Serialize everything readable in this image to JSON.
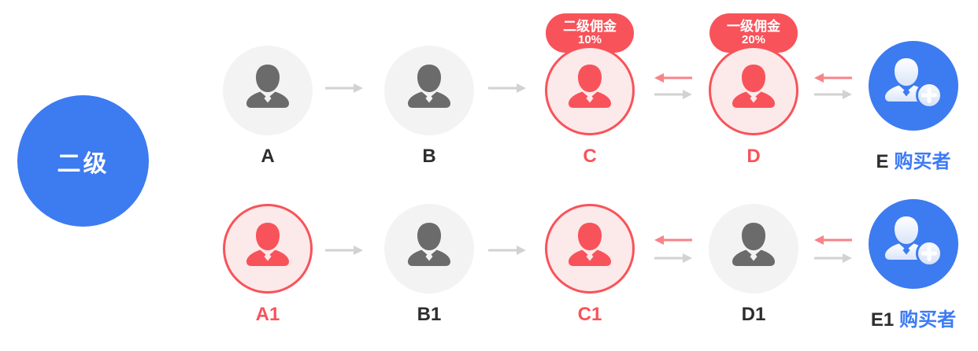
{
  "level_badge": {
    "label": "二级"
  },
  "rows": [
    {
      "name": "row-1",
      "nodes": [
        {
          "id": "A",
          "label": "A",
          "type": "member",
          "highlight": false
        },
        {
          "id": "B",
          "label": "B",
          "type": "member",
          "highlight": false
        },
        {
          "id": "C",
          "label": "C",
          "type": "member",
          "highlight": true,
          "badge": {
            "title": "二级佣金",
            "value": "10%"
          }
        },
        {
          "id": "D",
          "label": "D",
          "type": "member",
          "highlight": true,
          "badge": {
            "title": "一级佣金",
            "value": "20%"
          }
        },
        {
          "id": "E",
          "label": "E",
          "suffix": "购买者",
          "type": "buyer"
        }
      ]
    },
    {
      "name": "row-2",
      "nodes": [
        {
          "id": "A1",
          "label": "A1",
          "type": "member",
          "highlight": true
        },
        {
          "id": "B1",
          "label": "B1",
          "type": "member",
          "highlight": false
        },
        {
          "id": "C1",
          "label": "C1",
          "type": "member",
          "highlight": true
        },
        {
          "id": "D1",
          "label": "D1",
          "type": "member",
          "highlight": false
        },
        {
          "id": "E1",
          "label": "E1",
          "suffix": "购买者",
          "type": "buyer"
        }
      ]
    }
  ],
  "arrows": [
    {
      "from": "A",
      "to": "B",
      "color": "gray",
      "direction": "right"
    },
    {
      "from": "B",
      "to": "C",
      "color": "gray",
      "direction": "right"
    },
    {
      "from": "D",
      "to": "C",
      "color": "red",
      "direction": "left"
    },
    {
      "from": "C",
      "to": "D",
      "color": "gray",
      "direction": "right"
    },
    {
      "from": "E",
      "to": "D",
      "color": "red",
      "direction": "left"
    },
    {
      "from": "D",
      "to": "E",
      "color": "gray",
      "direction": "right"
    },
    {
      "from": "A1",
      "to": "B1",
      "color": "gray",
      "direction": "right"
    },
    {
      "from": "B1",
      "to": "C1",
      "color": "gray",
      "direction": "right"
    },
    {
      "from": "D1",
      "to": "C1",
      "color": "red",
      "direction": "left"
    },
    {
      "from": "C1",
      "to": "D1",
      "color": "gray",
      "direction": "right"
    },
    {
      "from": "E1",
      "to": "D1",
      "color": "red",
      "direction": "left"
    },
    {
      "from": "D1",
      "to": "E1",
      "color": "gray",
      "direction": "right"
    }
  ],
  "colors": {
    "primary_blue": "#3D7BF0",
    "buyer_text_blue": "#3D7BF5",
    "highlight_red": "#F8535A",
    "highlight_fill": "#FCE9EA",
    "red_arrow": "#F78388",
    "gray_arrow": "#D2D2D2",
    "member_fill": "#F3F3F4",
    "member_icon_gray": "#6B6B6B",
    "label_dark": "#2D2D2D",
    "badge_text": "#FFFFFF"
  }
}
